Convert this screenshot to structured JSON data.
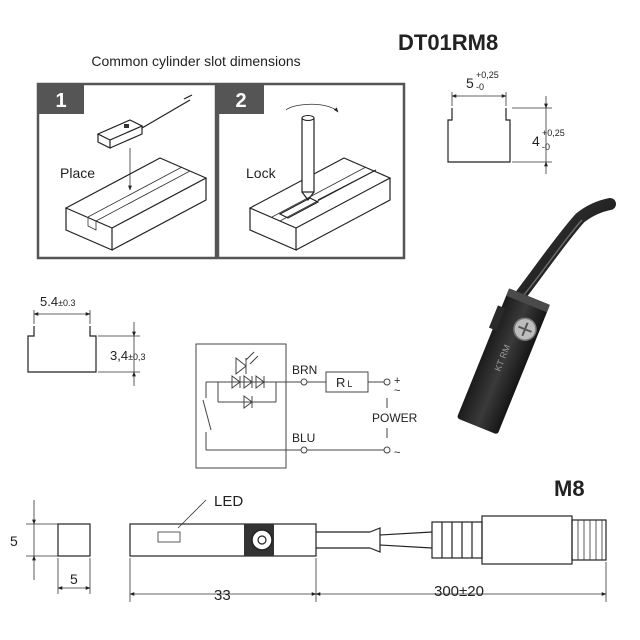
{
  "header": {
    "title": "Common cylinder slot dimensions",
    "model": "DT01RM8"
  },
  "steps": [
    {
      "number": "1",
      "label": "Place"
    },
    {
      "number": "2",
      "label": "Lock"
    }
  ],
  "slot_top": {
    "width_value": "5",
    "width_tol_upper": "+0,25",
    "width_tol_lower": "-0",
    "height_value": "4",
    "height_tol_upper": "+0,25",
    "height_tol_lower": "-0"
  },
  "slot_left": {
    "width": "5.4",
    "width_tol": "±0.3",
    "height": "3,4",
    "height_tol": "±0,3"
  },
  "circuit": {
    "wire_top": "BRN",
    "wire_bottom": "BLU",
    "load": "R",
    "load_sub": "L",
    "power": "POWER",
    "plus": "+",
    "tilde_top": "~",
    "tilde_bottom": "~"
  },
  "photo": {
    "label": "KT RM"
  },
  "drawing": {
    "connector": "M8",
    "led_label": "LED",
    "body_height": "5",
    "body_width": "5",
    "body_length": "33",
    "cable_length": "300±20"
  }
}
